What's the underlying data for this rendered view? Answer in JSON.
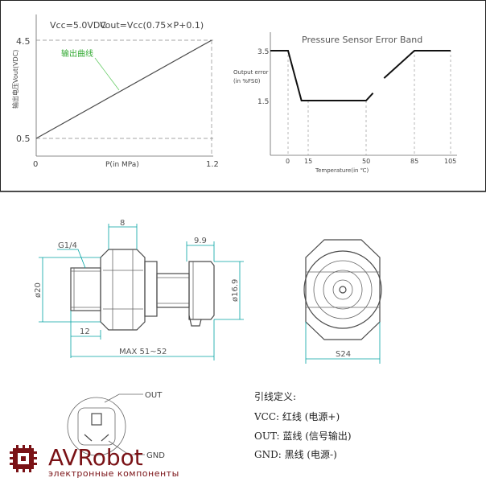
{
  "output_chart": {
    "formula_vcc": "Vcc=5.0VDC",
    "formula_vout": "Vout=Vcc(0.75×P+0.1)",
    "ylabel": "输出电压Vout(VDC)",
    "xlabel": "P(in MPa)",
    "line_label": "输出曲线",
    "x_ticks": [
      "0",
      "1.2"
    ],
    "y_ticks": [
      "4.5",
      "0.5"
    ],
    "chart_data": {
      "type": "line",
      "x": [
        0,
        1.2
      ],
      "y": [
        0.5,
        4.5
      ],
      "xlim": [
        0,
        1.2
      ],
      "ylim": [
        0.5,
        4.5
      ]
    }
  },
  "error_chart": {
    "title": "Pressure Sensor Error Band",
    "ylabel_line1": "Output error",
    "ylabel_line2": "(in %FS0)",
    "xlabel": "Temperature(in ℃)",
    "x_ticks": [
      "0",
      "15",
      "50",
      "85",
      "105"
    ],
    "y_ticks": [
      "3.5",
      "1.5"
    ],
    "chart_data": {
      "type": "line",
      "x": [
        -10,
        0,
        10,
        15,
        50,
        60,
        85,
        105
      ],
      "y": [
        3.5,
        3.5,
        1.5,
        1.5,
        1.5,
        2.2,
        3.5,
        3.5
      ]
    }
  },
  "drawing": {
    "dim_8": "8",
    "dim_9_9": "9.9",
    "thread": "G1/4",
    "dia_20": "ø20",
    "dia_16_9": "ø16.9",
    "dim_12": "12",
    "max_len": "MAX 51~52",
    "hex_size": "S24",
    "out_label": "OUT",
    "gnd_label": "GND"
  },
  "wiring": {
    "title": "引线定义:",
    "lines": [
      "VCC: 红线 (电源+)",
      "OUT: 蓝线 (信号输出)",
      "GND: 黑线 (电源-)"
    ]
  },
  "logo": {
    "name": "AVRobot",
    "tagline": "электронные компоненты"
  }
}
